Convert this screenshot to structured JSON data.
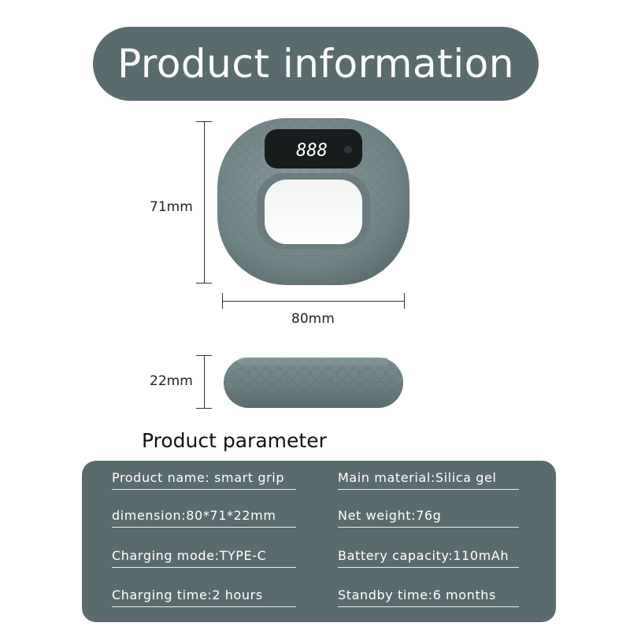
{
  "title": "Product information",
  "dimensions": {
    "height": "71mm",
    "width": "80mm",
    "depth": "22mm"
  },
  "display_digits": "888",
  "parameter_heading": "Product parameter",
  "parameters": [
    "Product name: smart grip",
    "Main material:Silica gel",
    "dimension:80*71*22mm",
    "Net weight:76g",
    "Charging mode:TYPE-C",
    "Battery capacity:110mAh",
    "Charging time:2 hours",
    "Standby time:6 months"
  ],
  "colors": {
    "panel": "#5a6b6e",
    "product": "#6f8284",
    "display": "#171c1d"
  }
}
